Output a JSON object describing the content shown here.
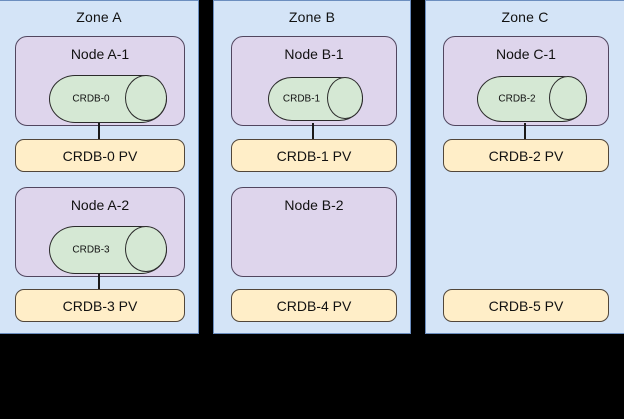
{
  "diagram": {
    "title_visible": false,
    "colors": {
      "zone_fill": "#d4e4f7",
      "zone_stroke": "#6c8ebf",
      "node_fill": "#ded5ec",
      "node_stroke": "#51465f",
      "db_fill": "#d5e8d4",
      "db_stroke": "#2b2b2b",
      "pv_fill": "#ffeec8",
      "pv_stroke": "#51463a",
      "background": "#000000",
      "connector": "#1a1a1a"
    }
  },
  "zones": [
    {
      "label": "Zone A",
      "nodes": [
        {
          "label": "Node A-1",
          "database": "CRDB-0",
          "has_database": true
        },
        {
          "label": "Node A-2",
          "database": "CRDB-3",
          "has_database": true
        }
      ],
      "volumes": [
        {
          "label": "CRDB-0 PV",
          "connected": true
        },
        {
          "label": "CRDB-3 PV",
          "connected": true
        }
      ]
    },
    {
      "label": "Zone B",
      "nodes": [
        {
          "label": "Node B-1",
          "database": "CRDB-1",
          "has_database": true
        },
        {
          "label": "Node B-2",
          "database": "",
          "has_database": false
        }
      ],
      "volumes": [
        {
          "label": "CRDB-1 PV",
          "connected": true
        },
        {
          "label": "CRDB-4 PV",
          "connected": false
        }
      ]
    },
    {
      "label": "Zone C",
      "nodes": [
        {
          "label": "Node C-1",
          "database": "CRDB-2",
          "has_database": true
        }
      ],
      "volumes": [
        {
          "label": "CRDB-2 PV",
          "connected": true
        },
        {
          "label": "CRDB-5 PV",
          "connected": false
        }
      ]
    }
  ]
}
